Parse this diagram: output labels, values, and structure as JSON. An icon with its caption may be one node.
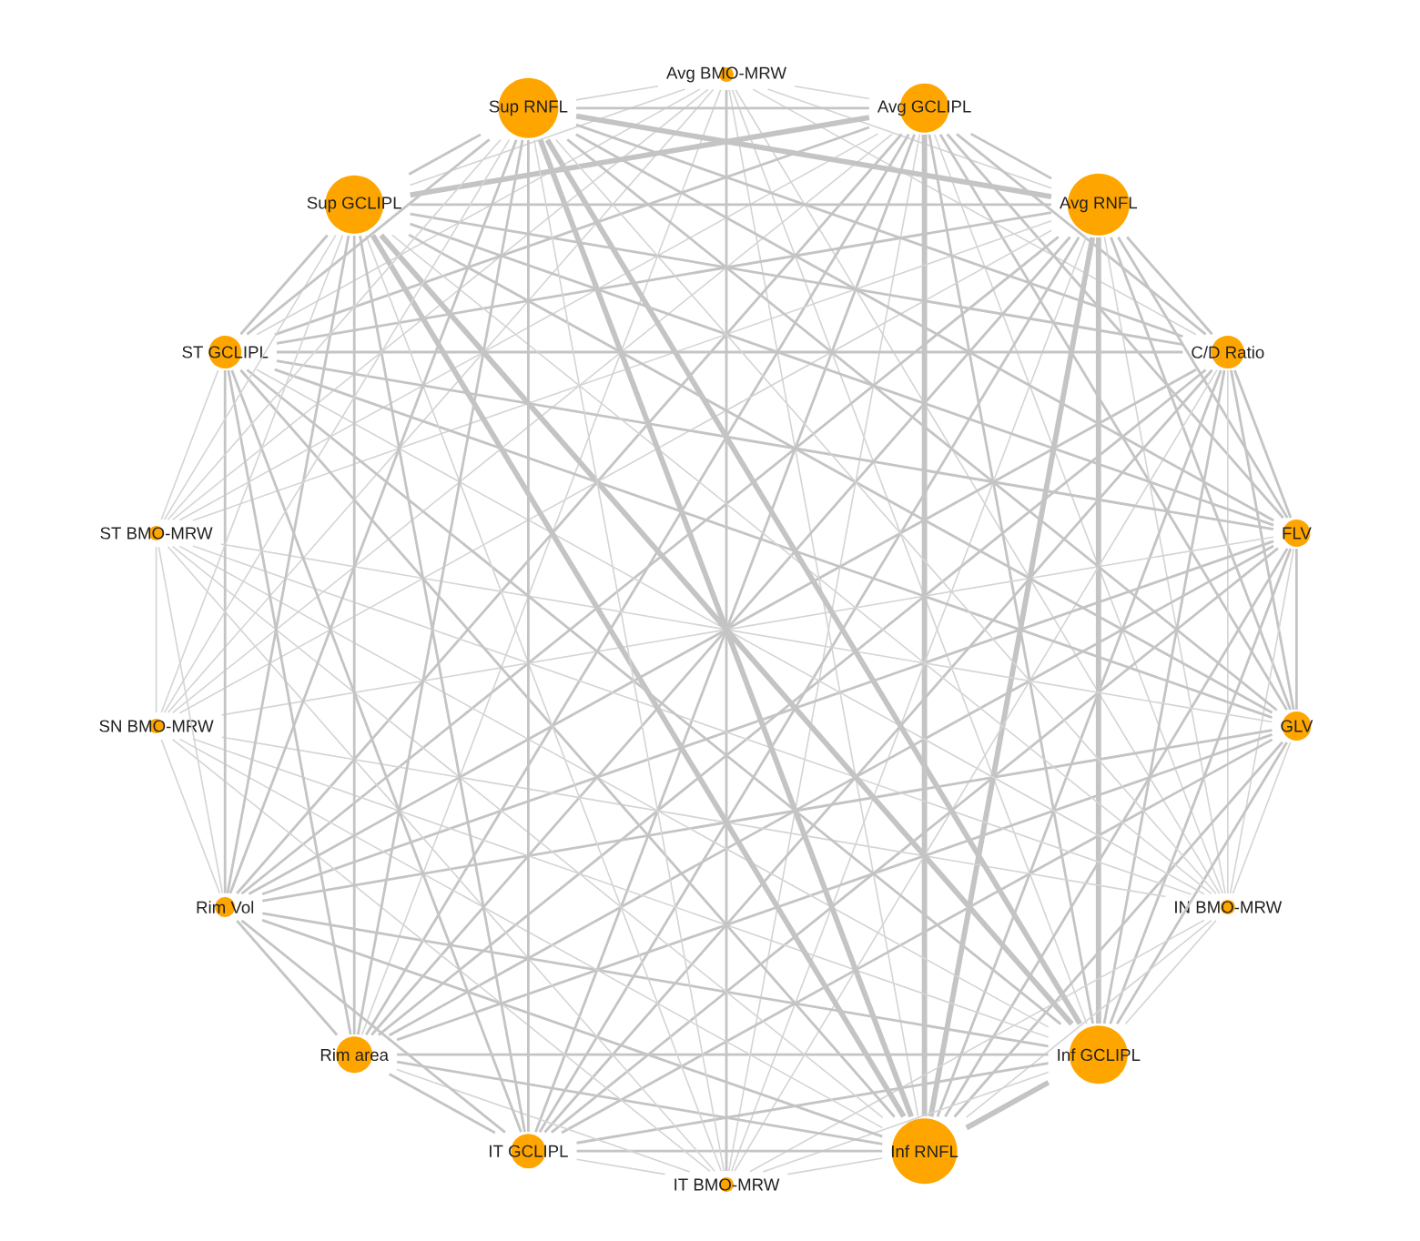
{
  "diagram": {
    "nodes": [
      {
        "text": [
          "Avg BMO-MRW"
        ]
      },
      {
        "text": [
          "Avg GCLIPL"
        ]
      },
      {
        "text": [
          "Avg RNFL"
        ]
      },
      {
        "text": [
          "C/D Ratio"
        ]
      },
      {
        "text": [
          "FLV"
        ]
      },
      {
        "text": [
          "GLV"
        ]
      },
      {
        "text": [
          "IN BMO-MRW"
        ]
      },
      {
        "text": [
          "Inf GCLIPL"
        ]
      },
      {
        "text": [
          "Inf RNFL"
        ]
      },
      {
        "text": [
          "IT BMO-MRW"
        ]
      },
      {
        "text": [
          "IT GCLIPL"
        ]
      },
      {
        "text": [
          "Rim area"
        ]
      },
      {
        "text": [
          "Rim Vol"
        ]
      },
      {
        "text": [
          "SN BMO-MRW"
        ]
      },
      {
        "text": [
          "ST BMO-MRW"
        ]
      },
      {
        "text": [
          "ST GCLIPL"
        ]
      },
      {
        "text": [
          "Sup GCLIPL"
        ]
      },
      {
        "text": [
          "Sup RNFL"
        ]
      }
    ],
    "edges": [
      {
        "from": 0,
        "to": 1,
        "arrow": "none",
        "color": "#d4d4d4"
      },
      {
        "from": 0,
        "to": 2,
        "arrow": "none",
        "color": "#d4d4d4"
      },
      {
        "from": 0,
        "to": 3,
        "arrow": "none",
        "color": "#d4d4d4"
      },
      {
        "from": 0,
        "to": 6,
        "arrow": "none",
        "color": "#d4d4d4"
      },
      {
        "from": 0,
        "to": 7,
        "arrow": "none",
        "color": "#d4d4d4"
      },
      {
        "from": 0,
        "to": 8,
        "arrow": "none",
        "color": "#d4d4d4"
      },
      {
        "from": 0,
        "to": 9,
        "arrow": "none"
      },
      {
        "from": 0,
        "to": 11,
        "arrow": "none",
        "color": "#d4d4d4"
      },
      {
        "from": 0,
        "to": 13,
        "arrow": "none",
        "color": "#d4d4d4"
      },
      {
        "from": 0,
        "to": 14,
        "arrow": "none",
        "color": "#d4d4d4"
      },
      {
        "from": 0,
        "to": 15,
        "arrow": "none",
        "color": "#d4d4d4"
      },
      {
        "from": 0,
        "to": 16,
        "arrow": "none",
        "color": "#d4d4d4"
      },
      {
        "from": 0,
        "to": 17,
        "arrow": "none",
        "color": "#d4d4d4"
      },
      {
        "from": 1,
        "to": 2,
        "arrow": "none"
      },
      {
        "from": 1,
        "to": 3,
        "arrow": "none"
      },
      {
        "from": 1,
        "to": 4,
        "arrow": "none"
      },
      {
        "from": 1,
        "to": 5,
        "arrow": "none"
      },
      {
        "from": 1,
        "to": 6,
        "arrow": "none",
        "color": "#d4d4d4"
      },
      {
        "from": 1,
        "to": 7,
        "arrow": "none"
      },
      {
        "from": 1,
        "to": 8,
        "arrow": "none",
        "style": "thick"
      },
      {
        "from": 1,
        "to": 9,
        "arrow": "none",
        "color": "#d4d4d4"
      },
      {
        "from": 1,
        "to": 10,
        "arrow": "none"
      },
      {
        "from": 1,
        "to": 11,
        "arrow": "none"
      },
      {
        "from": 1,
        "to": 12,
        "arrow": "none"
      },
      {
        "from": 1,
        "to": 13,
        "arrow": "none",
        "color": "#d4d4d4"
      },
      {
        "from": 1,
        "to": 14,
        "arrow": "none",
        "color": "#d4d4d4"
      },
      {
        "from": 1,
        "to": 15,
        "arrow": "none"
      },
      {
        "from": 1,
        "to": 16,
        "arrow": "none",
        "style": "thick"
      },
      {
        "from": 1,
        "to": 17,
        "arrow": "none"
      },
      {
        "from": 2,
        "to": 3,
        "arrow": "none"
      },
      {
        "from": 2,
        "to": 4,
        "arrow": "none"
      },
      {
        "from": 2,
        "to": 5,
        "arrow": "none"
      },
      {
        "from": 2,
        "to": 6,
        "arrow": "none",
        "color": "#d4d4d4"
      },
      {
        "from": 2,
        "to": 7,
        "arrow": "none",
        "style": "thick"
      },
      {
        "from": 2,
        "to": 8,
        "arrow": "none",
        "style": "thick"
      },
      {
        "from": 2,
        "to": 9,
        "arrow": "none",
        "color": "#d4d4d4"
      },
      {
        "from": 2,
        "to": 10,
        "arrow": "none"
      },
      {
        "from": 2,
        "to": 11,
        "arrow": "none"
      },
      {
        "from": 2,
        "to": 12,
        "arrow": "none"
      },
      {
        "from": 2,
        "to": 13,
        "arrow": "none",
        "color": "#d4d4d4"
      },
      {
        "from": 2,
        "to": 14,
        "arrow": "none",
        "color": "#d4d4d4"
      },
      {
        "from": 2,
        "to": 15,
        "arrow": "none"
      },
      {
        "from": 2,
        "to": 16,
        "arrow": "none"
      },
      {
        "from": 2,
        "to": 17,
        "arrow": "none",
        "style": "thick"
      },
      {
        "from": 3,
        "to": 4,
        "arrow": "none"
      },
      {
        "from": 3,
        "to": 5,
        "arrow": "none"
      },
      {
        "from": 3,
        "to": 6,
        "arrow": "none",
        "color": "#d4d4d4"
      },
      {
        "from": 3,
        "to": 7,
        "arrow": "none"
      },
      {
        "from": 3,
        "to": 8,
        "arrow": "none"
      },
      {
        "from": 3,
        "to": 9,
        "arrow": "none",
        "color": "#d4d4d4"
      },
      {
        "from": 3,
        "to": 10,
        "arrow": "none"
      },
      {
        "from": 3,
        "to": 11,
        "arrow": "none"
      },
      {
        "from": 3,
        "to": 12,
        "arrow": "none"
      },
      {
        "from": 3,
        "to": 15,
        "arrow": "none"
      },
      {
        "from": 3,
        "to": 16,
        "arrow": "none"
      },
      {
        "from": 3,
        "to": 17,
        "arrow": "none"
      },
      {
        "from": 4,
        "to": 5,
        "arrow": "none"
      },
      {
        "from": 4,
        "to": 6,
        "arrow": "none",
        "color": "#d4d4d4"
      },
      {
        "from": 4,
        "to": 7,
        "arrow": "none"
      },
      {
        "from": 4,
        "to": 8,
        "arrow": "none"
      },
      {
        "from": 4,
        "to": 10,
        "arrow": "none"
      },
      {
        "from": 4,
        "to": 11,
        "arrow": "none"
      },
      {
        "from": 4,
        "to": 12,
        "arrow": "none"
      },
      {
        "from": 4,
        "to": 13,
        "arrow": "none",
        "color": "#d4d4d4"
      },
      {
        "from": 4,
        "to": 15,
        "arrow": "none"
      },
      {
        "from": 4,
        "to": 16,
        "arrow": "none"
      },
      {
        "from": 4,
        "to": 17,
        "arrow": "none"
      },
      {
        "from": 5,
        "to": 6,
        "arrow": "none",
        "color": "#d4d4d4"
      },
      {
        "from": 5,
        "to": 7,
        "arrow": "none"
      },
      {
        "from": 5,
        "to": 8,
        "arrow": "none"
      },
      {
        "from": 5,
        "to": 10,
        "arrow": "none"
      },
      {
        "from": 5,
        "to": 11,
        "arrow": "none"
      },
      {
        "from": 5,
        "to": 12,
        "arrow": "none"
      },
      {
        "from": 5,
        "to": 14,
        "arrow": "none",
        "color": "#d4d4d4"
      },
      {
        "from": 5,
        "to": 15,
        "arrow": "none"
      },
      {
        "from": 5,
        "to": 16,
        "arrow": "none"
      },
      {
        "from": 5,
        "to": 17,
        "arrow": "none"
      },
      {
        "from": 6,
        "to": 7,
        "arrow": "none",
        "color": "#d4d4d4"
      },
      {
        "from": 6,
        "to": 8,
        "arrow": "none",
        "color": "#d4d4d4"
      },
      {
        "from": 6,
        "to": 9,
        "arrow": "none",
        "color": "#d4d4d4"
      },
      {
        "from": 6,
        "to": 13,
        "arrow": "none",
        "color": "#d4d4d4"
      },
      {
        "from": 6,
        "to": 14,
        "arrow": "none",
        "color": "#d4d4d4"
      },
      {
        "from": 6,
        "to": 15,
        "arrow": "none",
        "color": "#d4d4d4"
      },
      {
        "from": 6,
        "to": 16,
        "arrow": "none",
        "color": "#d4d4d4"
      },
      {
        "from": 6,
        "to": 17,
        "arrow": "none",
        "color": "#d4d4d4"
      },
      {
        "from": 7,
        "to": 8,
        "arrow": "none",
        "style": "thick"
      },
      {
        "from": 7,
        "to": 9,
        "arrow": "none",
        "color": "#d4d4d4"
      },
      {
        "from": 7,
        "to": 10,
        "arrow": "none"
      },
      {
        "from": 7,
        "to": 11,
        "arrow": "none"
      },
      {
        "from": 7,
        "to": 12,
        "arrow": "none"
      },
      {
        "from": 7,
        "to": 13,
        "arrow": "none",
        "color": "#d4d4d4"
      },
      {
        "from": 7,
        "to": 14,
        "arrow": "none",
        "color": "#d4d4d4"
      },
      {
        "from": 7,
        "to": 15,
        "arrow": "none"
      },
      {
        "from": 7,
        "to": 16,
        "arrow": "none",
        "style": "thick"
      },
      {
        "from": 7,
        "to": 17,
        "arrow": "none",
        "style": "thick"
      },
      {
        "from": 8,
        "to": 9,
        "arrow": "none",
        "color": "#d4d4d4"
      },
      {
        "from": 8,
        "to": 10,
        "arrow": "none"
      },
      {
        "from": 8,
        "to": 11,
        "arrow": "none"
      },
      {
        "from": 8,
        "to": 12,
        "arrow": "none"
      },
      {
        "from": 8,
        "to": 13,
        "arrow": "none",
        "color": "#d4d4d4"
      },
      {
        "from": 8,
        "to": 14,
        "arrow": "none",
        "color": "#d4d4d4"
      },
      {
        "from": 8,
        "to": 15,
        "arrow": "none"
      },
      {
        "from": 8,
        "to": 16,
        "arrow": "none",
        "style": "thick"
      },
      {
        "from": 8,
        "to": 17,
        "arrow": "none",
        "style": "thick"
      },
      {
        "from": 9,
        "to": 10,
        "arrow": "none",
        "color": "#d4d4d4"
      },
      {
        "from": 9,
        "to": 11,
        "arrow": "none",
        "color": "#d4d4d4"
      },
      {
        "from": 9,
        "to": 13,
        "arrow": "none",
        "color": "#d4d4d4"
      },
      {
        "from": 9,
        "to": 14,
        "arrow": "none",
        "color": "#d4d4d4"
      },
      {
        "from": 9,
        "to": 16,
        "arrow": "none",
        "color": "#d4d4d4"
      },
      {
        "from": 9,
        "to": 17,
        "arrow": "none",
        "color": "#d4d4d4"
      },
      {
        "from": 10,
        "to": 11,
        "arrow": "none"
      },
      {
        "from": 10,
        "to": 12,
        "arrow": "none"
      },
      {
        "from": 10,
        "to": 15,
        "arrow": "none"
      },
      {
        "from": 10,
        "to": 16,
        "arrow": "none"
      },
      {
        "from": 10,
        "to": 17,
        "arrow": "none"
      },
      {
        "from": 11,
        "to": 12,
        "arrow": "none"
      },
      {
        "from": 11,
        "to": 15,
        "arrow": "none"
      },
      {
        "from": 11,
        "to": 16,
        "arrow": "none"
      },
      {
        "from": 11,
        "to": 17,
        "arrow": "none"
      },
      {
        "from": 12,
        "to": 13,
        "arrow": "none",
        "color": "#d4d4d4"
      },
      {
        "from": 12,
        "to": 14,
        "arrow": "none",
        "color": "#d4d4d4"
      },
      {
        "from": 12,
        "to": 15,
        "arrow": "none"
      },
      {
        "from": 12,
        "to": 16,
        "arrow": "none"
      },
      {
        "from": 12,
        "to": 17,
        "arrow": "none"
      },
      {
        "from": 13,
        "to": 14,
        "arrow": "none",
        "color": "#d4d4d4"
      },
      {
        "from": 13,
        "to": 16,
        "arrow": "none",
        "color": "#d4d4d4"
      },
      {
        "from": 13,
        "to": 17,
        "arrow": "none",
        "color": "#d4d4d4"
      },
      {
        "from": 14,
        "to": 15,
        "arrow": "none",
        "color": "#d4d4d4"
      },
      {
        "from": 14,
        "to": 16,
        "arrow": "none",
        "color": "#d4d4d4"
      },
      {
        "from": 14,
        "to": 17,
        "arrow": "none",
        "color": "#d4d4d4"
      },
      {
        "from": 15,
        "to": 16,
        "arrow": "none"
      },
      {
        "from": 15,
        "to": 17,
        "arrow": "none"
      },
      {
        "from": 16,
        "to": 17,
        "arrow": "none"
      }
    ]
  }
}
